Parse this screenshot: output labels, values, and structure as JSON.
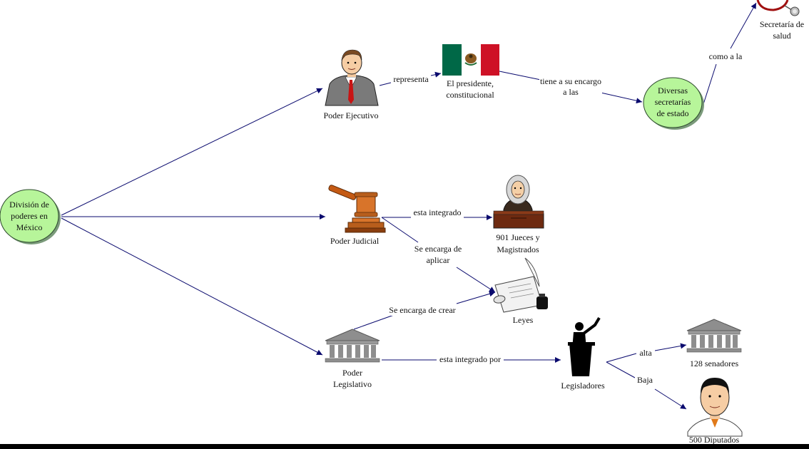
{
  "nodes": {
    "division": {
      "label": [
        "División de",
        "poderes en",
        "México"
      ]
    },
    "ejecutivo": {
      "label": [
        "Poder Ejecutivo"
      ],
      "icon": "businessman-icon"
    },
    "presidente": {
      "label": [
        "El presidente,",
        "constitucional"
      ],
      "icon": "mexico-flag-icon"
    },
    "secretarias": {
      "label": [
        "Diversas",
        "secretarías",
        "de estado"
      ]
    },
    "salud": {
      "label": [
        "Secretaría de",
        "salud"
      ],
      "icon": "stethoscope-icon"
    },
    "judicial": {
      "label": [
        "Poder Judicial"
      ],
      "icon": "gavel-icon"
    },
    "jueces": {
      "label": [
        "901 Jueces y",
        "Magistrados"
      ],
      "icon": "judge-icon"
    },
    "leyes": {
      "label": [
        "Leyes"
      ],
      "icon": "scroll-quill-icon"
    },
    "legislativo": {
      "label": [
        "Poder",
        "Legislativo"
      ],
      "icon": "government-building-icon"
    },
    "legisladores": {
      "label": [
        "Legisladores"
      ],
      "icon": "speaker-podium-icon"
    },
    "senadores": {
      "label": [
        "128 senadores"
      ],
      "icon": "government-building-icon"
    },
    "diputados": {
      "label": [
        "500 Diputados"
      ],
      "icon": "man-portrait-icon"
    }
  },
  "edges": [
    {
      "id": "division-ejecutivo",
      "label": []
    },
    {
      "id": "division-judicial",
      "label": []
    },
    {
      "id": "division-legislativo",
      "label": []
    },
    {
      "id": "ejecutivo-presidente",
      "label": [
        "representa"
      ]
    },
    {
      "id": "presidente-secretarias",
      "label": [
        "tiene a su encargo",
        "a las"
      ]
    },
    {
      "id": "secretarias-salud",
      "label": [
        "como a la"
      ]
    },
    {
      "id": "judicial-jueces",
      "label": [
        "esta integrado"
      ]
    },
    {
      "id": "judicial-leyes",
      "label": [
        "Se encarga de",
        "aplicar"
      ]
    },
    {
      "id": "legislativo-leyes",
      "label": [
        "Se encarga de crear"
      ]
    },
    {
      "id": "legislativo-legisladores",
      "label": [
        "esta integrado por"
      ]
    },
    {
      "id": "legisladores-senadores",
      "label": [
        "alta"
      ]
    },
    {
      "id": "legisladores-diputados",
      "label": [
        "Baja"
      ]
    }
  ],
  "colors": {
    "concept_oval": "#b7f59a",
    "edge": "#0a0a6e",
    "flag_green": "#006847",
    "flag_red": "#ce1126"
  }
}
